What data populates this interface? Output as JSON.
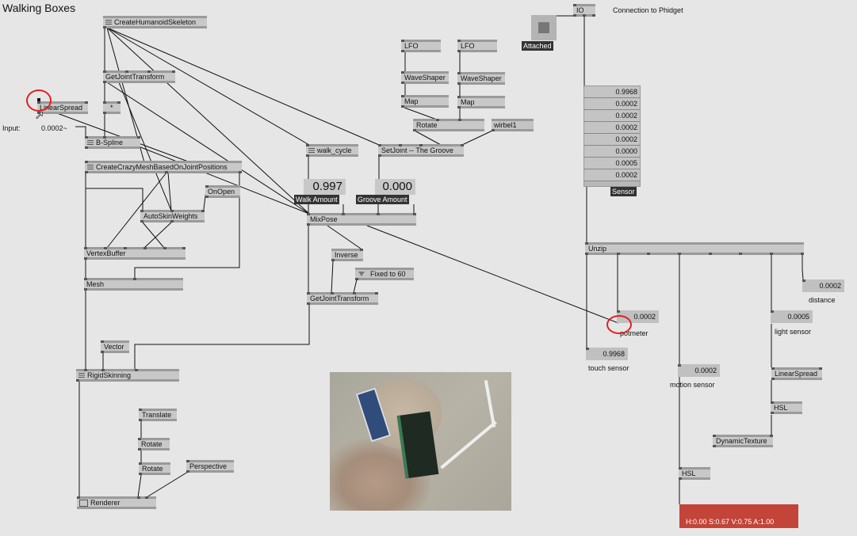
{
  "patch_title": "Walking Boxes",
  "nodes": {
    "create_humanoid_skeleton": "CreateHumanoidSkeleton",
    "get_joint_transform_1": "GetJointTransform",
    "multiply": "*",
    "linear_spread_1": "LinearSpread",
    "b_spline": "B-Spline",
    "create_crazy_mesh": "CreateCrazyMeshBasedOnJointPositions",
    "on_open": "OnOpen",
    "auto_skin_weights": "AutoSkinWeights",
    "vertex_buffer": "VertexBuffer",
    "mesh": "Mesh",
    "vector": "Vector",
    "rigid_skinning": "RigidSkinning",
    "translate": "Translate",
    "rotate_1": "Rotate",
    "rotate_2": "Rotate",
    "perspective": "Perspective",
    "renderer": "Renderer",
    "walk_cycle": "walk_cycle",
    "set_joint": "SetJoint  --  The Groove",
    "lfo_1": "LFO",
    "lfo_2": "LFO",
    "waveshaper_1": "WaveShaper",
    "waveshaper_2": "WaveShaper",
    "map_1": "Map",
    "map_2": "Map",
    "rotate_groove": "Rotate",
    "wirbel": "wirbel1",
    "mix_pose": "MixPose",
    "inverse": "Inverse",
    "fixed_to_60": "Fixed to 60",
    "get_joint_transform_2": "GetJointTransform",
    "io": "IO",
    "unzip": "Unzip",
    "linear_spread_2": "LinearSpread",
    "hsl_1": "HSL",
    "dynamic_texture": "DynamicTexture",
    "hsl_2": "HSL"
  },
  "input": {
    "label": "Input:",
    "value": "0.0002~"
  },
  "walk_amount": {
    "value": "0.997",
    "label": "Walk Amount"
  },
  "groove_amount": {
    "value": "0.000",
    "label": "Groove Amount"
  },
  "attached": {
    "label": "Attached"
  },
  "connection_comment": "Connection to Phidget",
  "sensor": {
    "label": "Sensor",
    "values": [
      "0.9968",
      "0.0002",
      "0.0002",
      "0.0002",
      "0.0002",
      "0.0000",
      "0.0005",
      "0.0002"
    ]
  },
  "outputs": {
    "distance": {
      "value": "0.0002",
      "label": "distance"
    },
    "potmeter": {
      "value": "0.0002",
      "label": "potmeter"
    },
    "light_sensor": {
      "value": "0.0005",
      "label": "light sensor"
    },
    "touch_sensor": {
      "value": "0.9968",
      "label": "touch sensor"
    },
    "motion_sensor": {
      "value": "0.0002",
      "label": "motion sensor"
    }
  },
  "color_output": {
    "text": "H:0.00  S:0.67  V:0.75  A:1.00",
    "color": "#c34438"
  },
  "colors": {
    "background": "#e6e6e6",
    "node": "#c8c8c8",
    "highlight_circle": "#e02020"
  }
}
